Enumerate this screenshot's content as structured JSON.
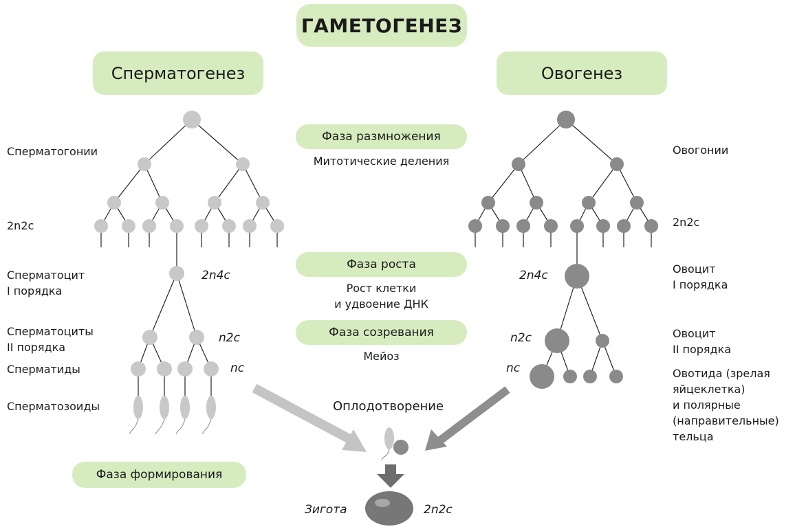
{
  "title": "ГАМЕТОГЕНЕЗ",
  "left_header": "Сперматогенез",
  "right_header": "Овогенез",
  "phases": {
    "reproduction": {
      "label": "Фаза размножения",
      "desc": "Митотические деления"
    },
    "growth": {
      "label": "Фаза роста",
      "desc_line1": "Рост клетки",
      "desc_line2": "и удвоение ДНК"
    },
    "maturation": {
      "label": "Фаза созревания",
      "desc": "Мейоз"
    },
    "formation": {
      "label": "Фаза формирования"
    }
  },
  "left_labels": {
    "spermatogonia": "Сперматогонии",
    "ploidy_2n2c": "2n2c",
    "spermatocyte1_line1": "Сперматоцит",
    "spermatocyte1_line2": "I порядка",
    "spermatocyte2_line1": "Сперматоциты",
    "spermatocyte2_line2": "II порядка",
    "spermatids": "Сперматиды",
    "spermatozoa": "Спермaтозоиды"
  },
  "left_ploidy": {
    "p2n4c": "2n4c",
    "pn2c": "n2c",
    "pnc": "nc"
  },
  "right_labels": {
    "oogonia": "Овогонии",
    "ploidy_2n2c": "2n2c",
    "oocyte1_line1": "Овоцит",
    "oocyte1_line2": "I порядка",
    "oocyte2_line1": "Овоцит",
    "oocyte2_line2": "II порядка",
    "ootid_line1": "Овотида (зрелая",
    "ootid_line2": "яйцеклетка)",
    "ootid_line3": "и полярные",
    "ootid_line4": "(направительные)",
    "ootid_line5": "тельца"
  },
  "right_ploidy": {
    "p2n4c": "2n4c",
    "pn2c": "n2c",
    "pnc": "nc"
  },
  "fertilization": "Оплодотворение",
  "zygote": {
    "label": "Зигота",
    "ploidy": "2n2c"
  },
  "colors": {
    "pill": "#d6ecbf",
    "sperm_cell": "#c8c8c8",
    "oo_cell": "#8a8a8a",
    "arrow_light": "#c4c4c4",
    "arrow_dark": "#8e8e8e",
    "zygote": "#777777"
  }
}
